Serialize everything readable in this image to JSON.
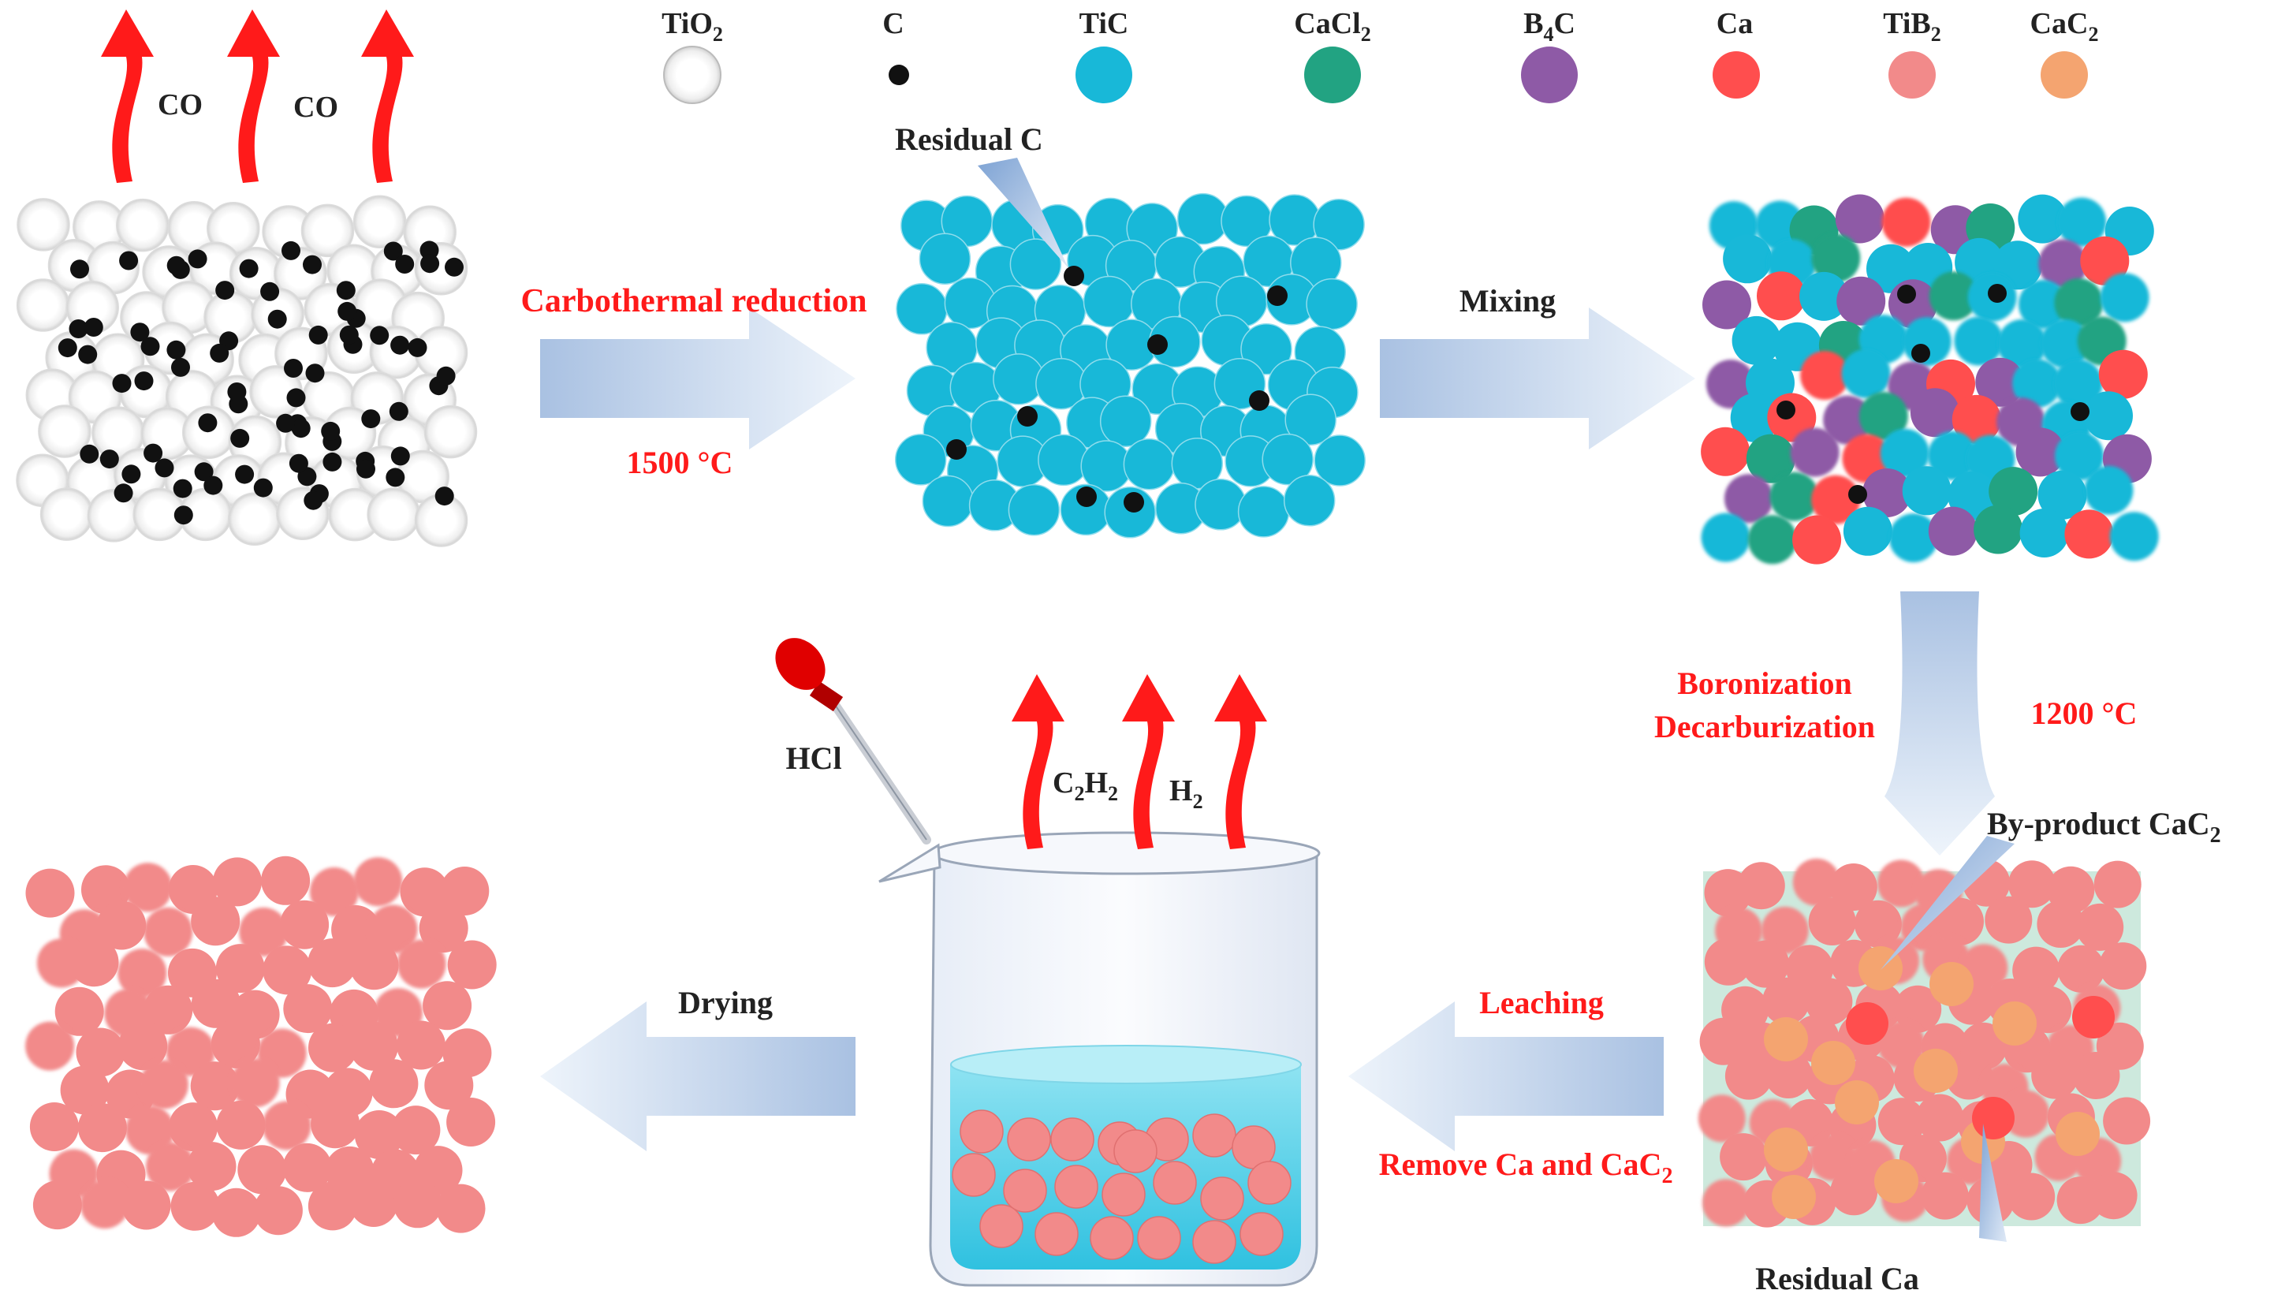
{
  "legend": [
    {
      "base": "TiO",
      "sub": "2",
      "after": "",
      "color": "#ffffff"
    },
    {
      "base": "C",
      "sub": "",
      "after": "",
      "color": "#111111"
    },
    {
      "base": "TiC",
      "sub": "",
      "after": "",
      "color": "#18b8d8"
    },
    {
      "base": "CaCl",
      "sub": "2",
      "after": "",
      "color": "#22a382"
    },
    {
      "base": "B",
      "sub": "4",
      "after": "C",
      "color": "#8e5aa6"
    },
    {
      "base": "Ca",
      "sub": "",
      "after": "",
      "color": "#ff4e4e"
    },
    {
      "base": "TiB",
      "sub": "2",
      "after": "",
      "color": "#f28a8a"
    },
    {
      "base": "CaC",
      "sub": "2",
      "after": "",
      "color": "#f4a470"
    }
  ],
  "labels": {
    "co_1": "CO",
    "co_2": "CO",
    "residual_c": "Residual C",
    "carbothermal": "Carbothermal reduction",
    "temp_1500": "1500 °C",
    "mixing": "Mixing",
    "boronization": "Boronization",
    "decarburization": "Decarburization",
    "temp_1200": "1200 °C",
    "byproduct_base": "By-product CaC",
    "byproduct_sub": "2",
    "residual_ca": "Residual Ca",
    "leaching": "Leaching",
    "remove_base": "Remove Ca and CaC",
    "remove_sub": "2",
    "drying": "Drying",
    "hcl": "HCl",
    "c2h2_a": "C",
    "c2h2_s1": "2",
    "c2h2_b": "H",
    "c2h2_s2": "2",
    "h2_a": "H",
    "h2_s": "2"
  },
  "colors": {
    "tio2": "#ffffff",
    "carbon": "#111111",
    "tic": "#18b8d8",
    "cacl2": "#22a382",
    "b4c": "#8e5aa6",
    "ca": "#ff4e4e",
    "tib2": "#f28a8a",
    "cac2": "#f4a470",
    "gas_arrow": "#ff1a1a",
    "step_text": "#ff1a1a",
    "process_arrow": "#a9c1e2"
  }
}
